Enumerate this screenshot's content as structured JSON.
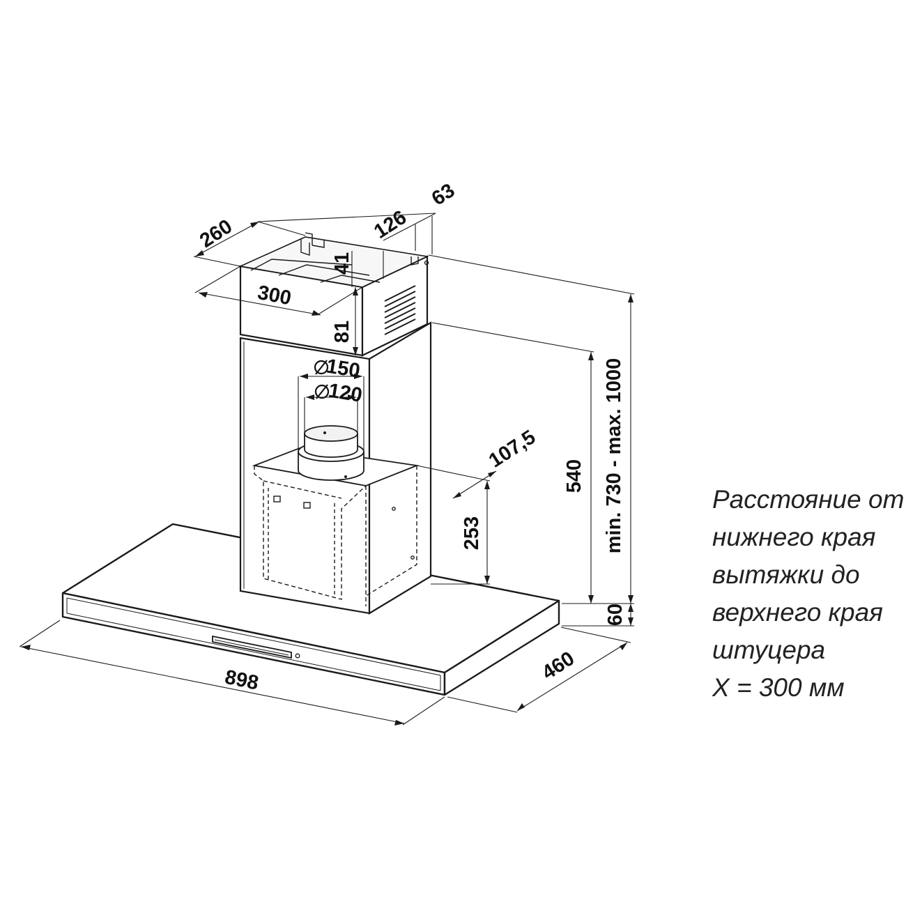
{
  "dimensions": {
    "width_hood": "898",
    "depth_hood": "460",
    "hood_thickness": "60",
    "height_range": "min. 730 - max. 1000",
    "height_540": "540",
    "height_253": "253",
    "offset_107": "107,5",
    "outlet_outer": "150",
    "outlet_inner": "120",
    "chimney_width": "300",
    "chimney_depth": "260",
    "bracket_126": "126",
    "bracket_63": "63",
    "bracket_41": "41",
    "bracket_81": "81"
  },
  "note": [
    "Расстояние от",
    "нижнего края",
    "вытяжки до",
    "верхнего края",
    "штуцера",
    "X = 300 мм"
  ]
}
